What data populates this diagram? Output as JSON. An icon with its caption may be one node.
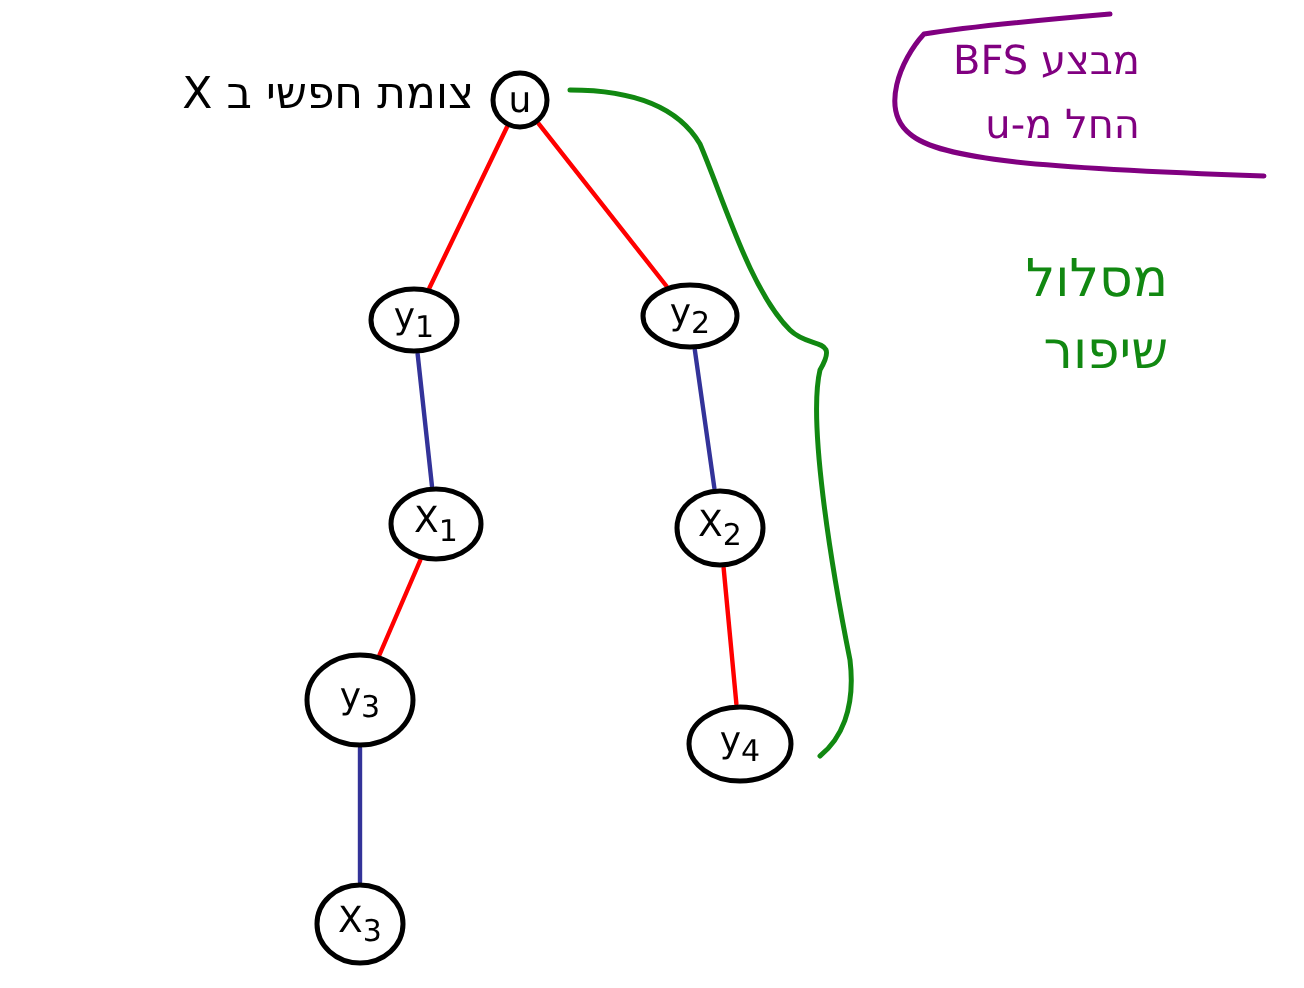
{
  "diagram": {
    "nodes": [
      {
        "text": [
          "u"
        ],
        "beside": [
          "צומת חפשי ב X"
        ]
      },
      {
        "text": [
          "y$_{1}$"
        ]
      },
      {
        "text": [
          "y$_{2}$"
        ]
      },
      {
        "text": [
          "X$_{1}$"
        ]
      },
      {
        "text": [
          "X$_{2}$"
        ]
      },
      {
        "text": [
          "y$_{3}$"
        ]
      },
      {
        "text": [
          "y$_{4}$"
        ]
      },
      {
        "text": [
          "X$_{3}$"
        ]
      }
    ],
    "edges": [
      {
        "from": 0,
        "to": 1,
        "arrow": "none"
      },
      {
        "from": 0,
        "to": 2,
        "arrow": "none"
      },
      {
        "from": 1,
        "to": 3,
        "arrow": "none",
        "color": "#333399"
      },
      {
        "from": 2,
        "to": 4,
        "arrow": "none",
        "color": "#333399"
      },
      {
        "from": 3,
        "to": 5,
        "arrow": "none"
      },
      {
        "from": 4,
        "to": 6,
        "arrow": "none"
      },
      {
        "from": 5,
        "to": 7,
        "arrow": "none",
        "color": "#333399"
      }
    ],
    "labels": [
      "מבצע BFS",
      "החל מ-u",
      "מסלול שיפור"
    ]
  }
}
